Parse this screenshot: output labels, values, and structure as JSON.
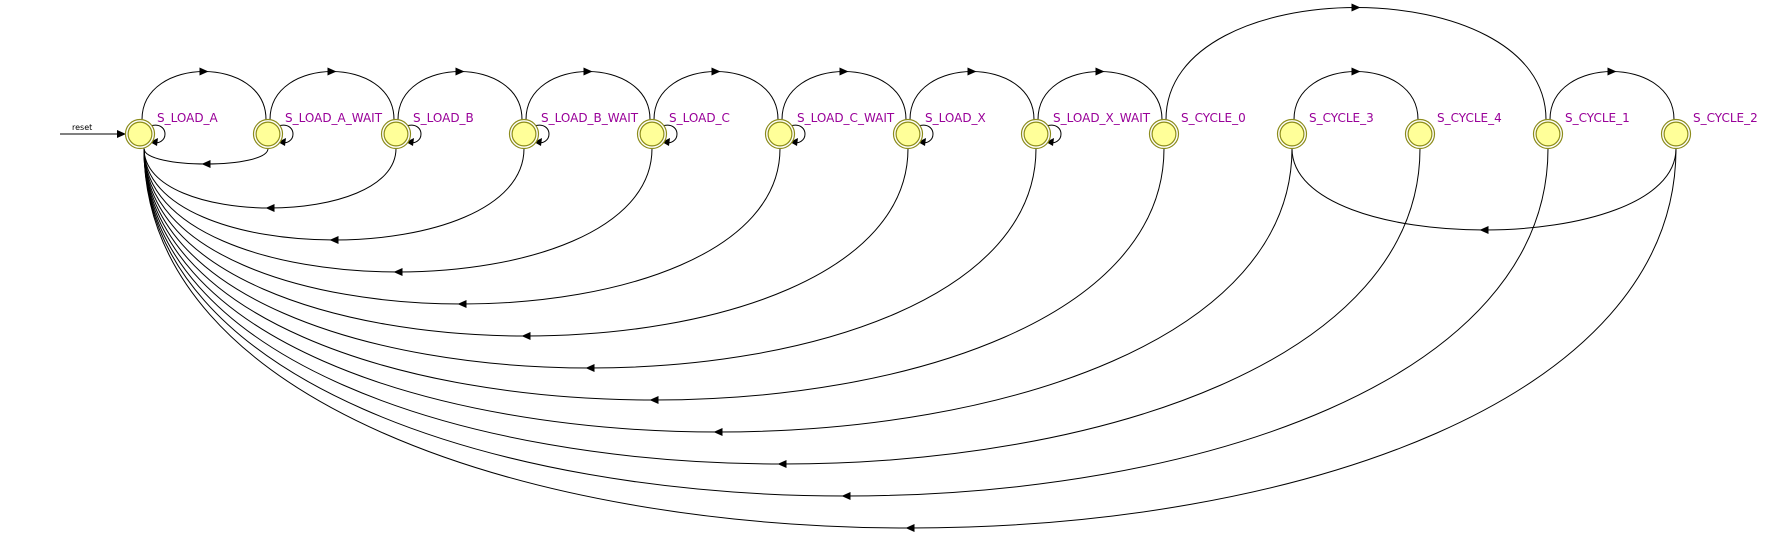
{
  "colors": {
    "state_fill": "#ffff99",
    "state_stroke": "#8c8c1a",
    "label": "#990099",
    "edge": "#000000"
  },
  "reset_label": "reset",
  "states": [
    {
      "id": "S_LOAD_A",
      "label": "S_LOAD_A",
      "self_loop": true
    },
    {
      "id": "S_LOAD_A_WAIT",
      "label": "S_LOAD_A_WAIT",
      "self_loop": true
    },
    {
      "id": "S_LOAD_B",
      "label": "S_LOAD_B",
      "self_loop": true
    },
    {
      "id": "S_LOAD_B_WAIT",
      "label": "S_LOAD_B_WAIT",
      "self_loop": true
    },
    {
      "id": "S_LOAD_C",
      "label": "S_LOAD_C",
      "self_loop": true
    },
    {
      "id": "S_LOAD_C_WAIT",
      "label": "S_LOAD_C_WAIT",
      "self_loop": true
    },
    {
      "id": "S_LOAD_X",
      "label": "S_LOAD_X",
      "self_loop": true
    },
    {
      "id": "S_LOAD_X_WAIT",
      "label": "S_LOAD_X_WAIT",
      "self_loop": true
    },
    {
      "id": "S_CYCLE_0",
      "label": "S_CYCLE_0",
      "self_loop": false
    },
    {
      "id": "S_CYCLE_3",
      "label": "S_CYCLE_3",
      "self_loop": false
    },
    {
      "id": "S_CYCLE_4",
      "label": "S_CYCLE_4",
      "self_loop": false
    },
    {
      "id": "S_CYCLE_1",
      "label": "S_CYCLE_1",
      "self_loop": false
    },
    {
      "id": "S_CYCLE_2",
      "label": "S_CYCLE_2",
      "self_loop": false
    }
  ],
  "transitions": [
    {
      "from": "S_LOAD_A",
      "to": "S_LOAD_A_WAIT"
    },
    {
      "from": "S_LOAD_A_WAIT",
      "to": "S_LOAD_B"
    },
    {
      "from": "S_LOAD_B",
      "to": "S_LOAD_B_WAIT"
    },
    {
      "from": "S_LOAD_B_WAIT",
      "to": "S_LOAD_C"
    },
    {
      "from": "S_LOAD_C",
      "to": "S_LOAD_C_WAIT"
    },
    {
      "from": "S_LOAD_C_WAIT",
      "to": "S_LOAD_X"
    },
    {
      "from": "S_LOAD_X",
      "to": "S_LOAD_X_WAIT"
    },
    {
      "from": "S_LOAD_X_WAIT",
      "to": "S_CYCLE_0"
    },
    {
      "from": "S_CYCLE_0",
      "to": "S_CYCLE_1"
    },
    {
      "from": "S_CYCLE_3",
      "to": "S_CYCLE_4"
    },
    {
      "from": "S_CYCLE_1",
      "to": "S_CYCLE_2"
    },
    {
      "from": "S_CYCLE_2",
      "to": "S_CYCLE_3"
    },
    {
      "from": "S_LOAD_A_WAIT",
      "to": "S_LOAD_A"
    },
    {
      "from": "S_LOAD_B",
      "to": "S_LOAD_A"
    },
    {
      "from": "S_LOAD_B_WAIT",
      "to": "S_LOAD_A"
    },
    {
      "from": "S_LOAD_C",
      "to": "S_LOAD_A"
    },
    {
      "from": "S_LOAD_C_WAIT",
      "to": "S_LOAD_A"
    },
    {
      "from": "S_LOAD_X",
      "to": "S_LOAD_A"
    },
    {
      "from": "S_LOAD_X_WAIT",
      "to": "S_LOAD_A"
    },
    {
      "from": "S_CYCLE_0",
      "to": "S_LOAD_A"
    },
    {
      "from": "S_CYCLE_3",
      "to": "S_LOAD_A"
    },
    {
      "from": "S_CYCLE_4",
      "to": "S_LOAD_A"
    },
    {
      "from": "S_CYCLE_1",
      "to": "S_LOAD_A"
    },
    {
      "from": "S_CYCLE_2",
      "to": "S_LOAD_A"
    }
  ]
}
